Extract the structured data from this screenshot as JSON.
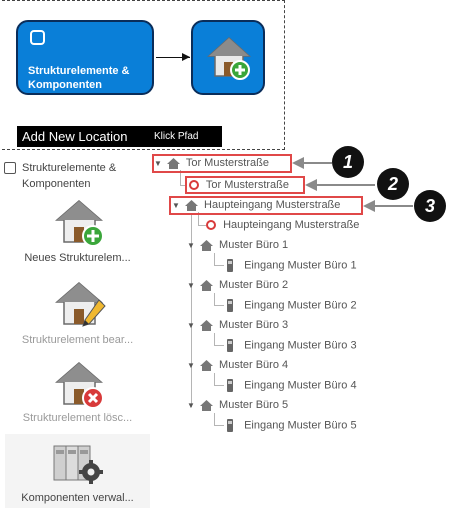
{
  "diagram": {
    "activity_label": "Strukturelemente & Komponenten"
  },
  "banner": {
    "title": "Add New Location",
    "subtitle": "Klick Pfad"
  },
  "sidebar": {
    "checkbox_label": "Strukturelemente & Komponenten",
    "tools": [
      {
        "label": "Neues Strukturelem...",
        "enabled": true
      },
      {
        "label": "Strukturelement bear...",
        "enabled": false
      },
      {
        "label": "Strukturelement lösc...",
        "enabled": false
      },
      {
        "label": "Komponenten verwal...",
        "enabled": true
      }
    ]
  },
  "tree": {
    "root": "Tor Musterstraße",
    "root_child": "Tor Musterstraße",
    "entrance": "Haupteingang Musterstraße",
    "entrance_child": "Haupteingang Musterstraße",
    "offices": [
      {
        "name": "Muster Büro 1",
        "entry": "Eingang Muster Büro 1"
      },
      {
        "name": "Muster Büro 2",
        "entry": "Eingang Muster Büro 2"
      },
      {
        "name": "Muster Büro 3",
        "entry": "Eingang Muster Büro 3"
      },
      {
        "name": "Muster Büro 4",
        "entry": "Eingang Muster Büro 4"
      },
      {
        "name": "Muster Büro 5",
        "entry": "Eingang Muster Büro 5"
      }
    ]
  },
  "callouts": [
    "1",
    "2",
    "3"
  ],
  "colors": {
    "activity_fill": "#0a7fd8",
    "highlight": "#e04848",
    "callout": "#111111",
    "pointer": "#8a8a8a"
  }
}
